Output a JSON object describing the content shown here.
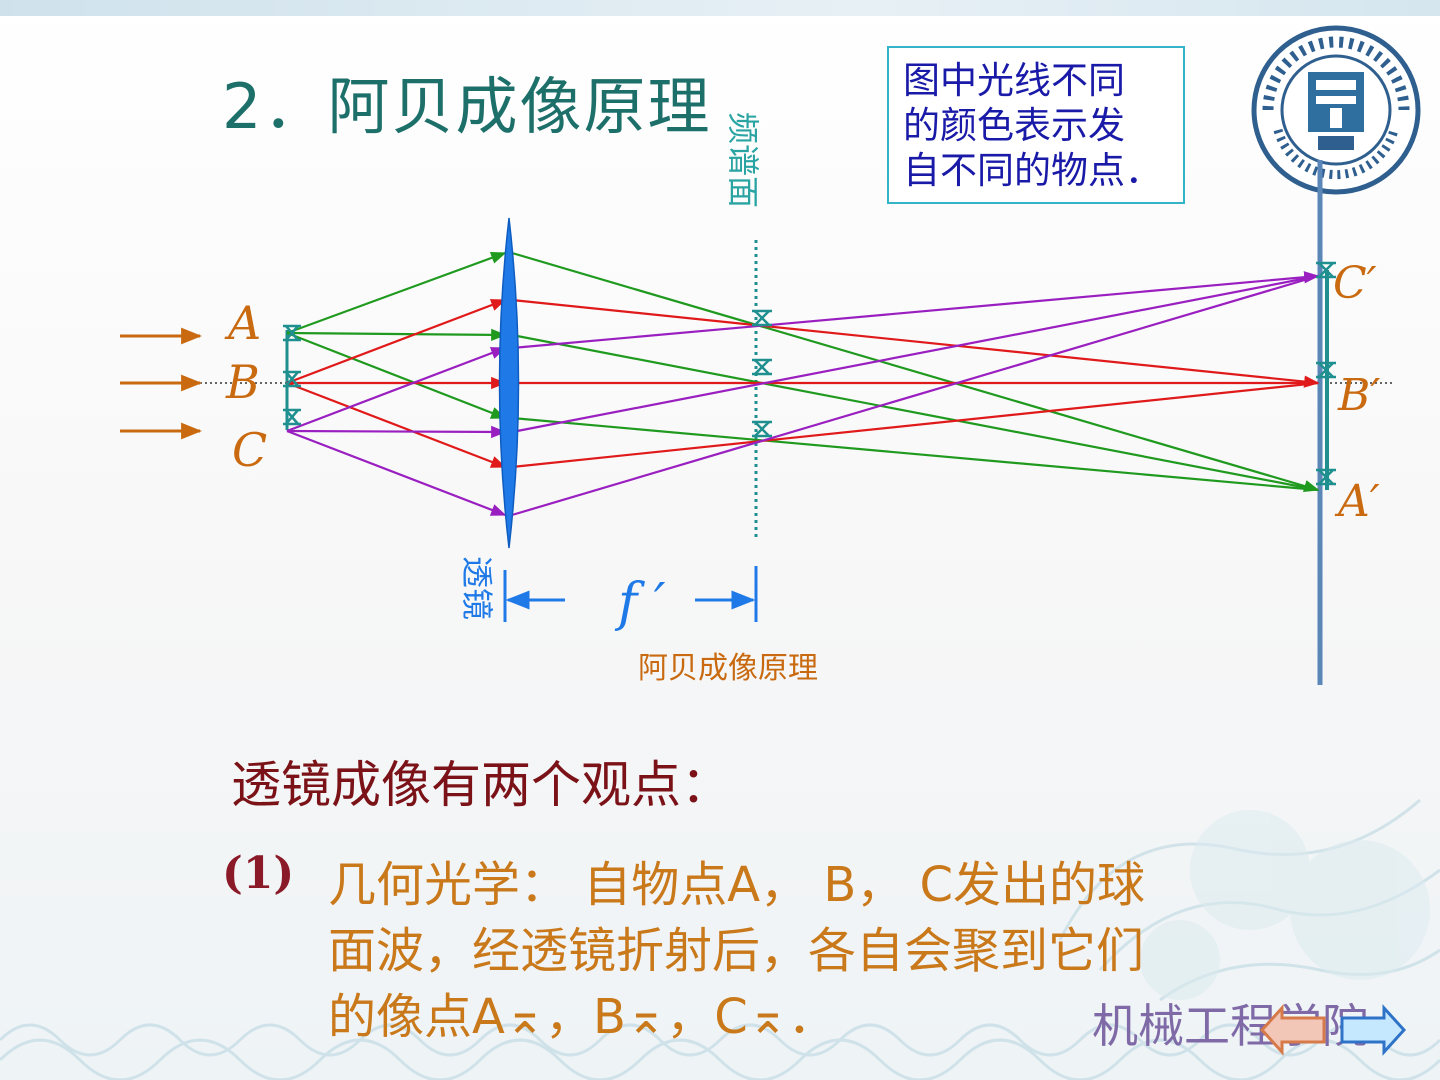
{
  "title": "2．阿贝成像原理",
  "note": {
    "lines": [
      "图中光线不同",
      "的颜色表示发",
      "自不同的物点．"
    ]
  },
  "diagram": {
    "object_labels": [
      "A",
      "B",
      "C"
    ],
    "image_labels": [
      "C′",
      "B′",
      "A′"
    ],
    "spectrum_plane_label": "频谱面",
    "lens_label": "透镜",
    "focal_label": "f ′",
    "caption": "阿贝成像原理",
    "colors": {
      "from_A": "#1f9a1f",
      "from_B": "#e01a1a",
      "from_C": "#9a1fc0",
      "incident": "#c96a10",
      "lens": "#1f7ae8",
      "screen": "#5b86b8",
      "plane": "#1f8f8f"
    }
  },
  "subtitle": "透镜成像有两个观点：",
  "item": {
    "number": "(1)",
    "lines": [
      "几何光学：  自物点A，  B，  C发出的球",
      "面波，经透镜折射后，各自会聚到它们",
      "的像点A⌅，B⌅，C⌅．"
    ]
  },
  "footer": {
    "college": "机械工程学院"
  }
}
